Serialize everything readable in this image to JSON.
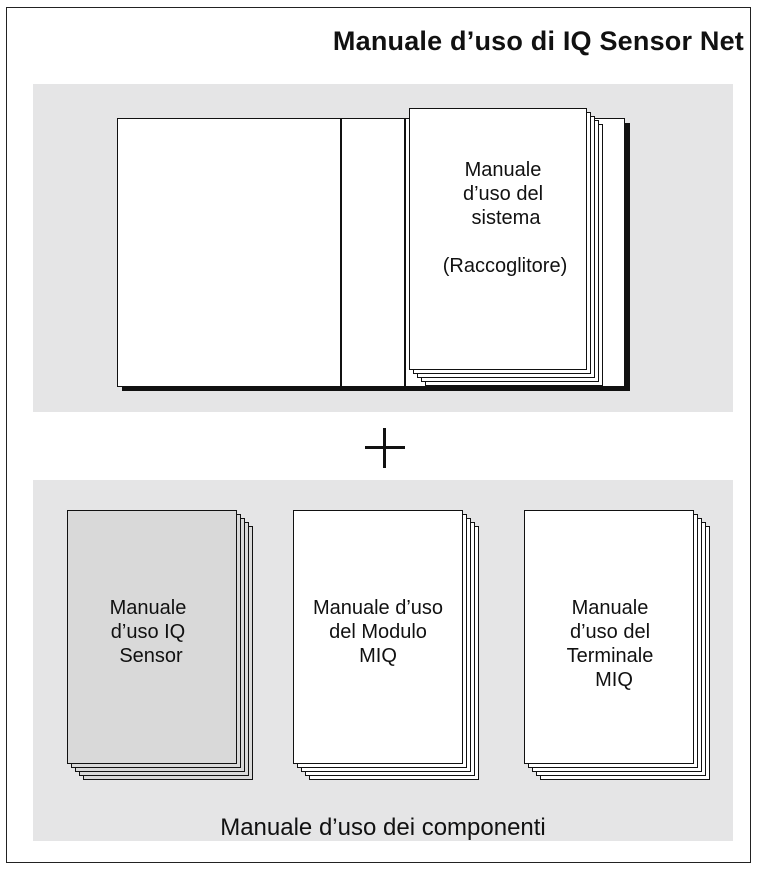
{
  "title": "Manuale d’uso di IQ Sensor Net",
  "system_manual": {
    "lines": [
      "Manuale",
      "d’uso del",
      "sistema",
      "",
      "(Raccoglitore)"
    ]
  },
  "plus_symbol": "+",
  "component_manuals": [
    {
      "lines": [
        "Manuale",
        "d’uso IQ",
        "Sensor"
      ],
      "fill": "#d9d9d9"
    },
    {
      "lines": [
        "Manuale d’uso",
        "del Modulo",
        "MIQ"
      ],
      "fill": "#ffffff"
    },
    {
      "lines": [
        "Manuale",
        "d’uso del",
        "Terminale",
        "MIQ"
      ],
      "fill": "#ffffff"
    }
  ],
  "components_caption": "Manuale d’uso dei componenti",
  "colors": {
    "panel": "#e5e5e6",
    "gray_manual": "#d9d9d9",
    "line": "#111111"
  }
}
